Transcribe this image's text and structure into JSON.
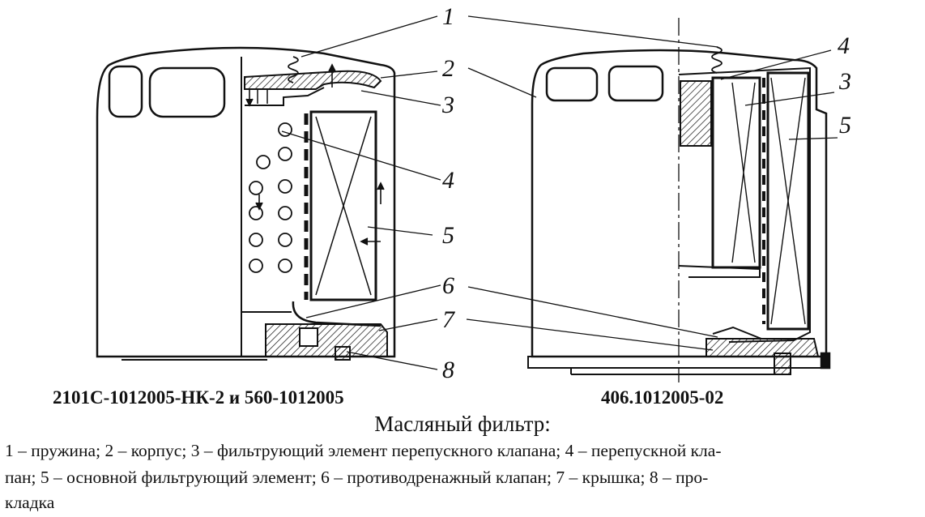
{
  "figure": {
    "callouts_left_view": [
      "1",
      "2",
      "3",
      "4",
      "5",
      "6",
      "7",
      "8"
    ],
    "callouts_right_view": [
      "4",
      "3",
      "5"
    ],
    "model_left": "2101С-1012005-НК-2 и 560-1012005",
    "model_right": "406.1012005-02",
    "title": "Масляный фильтр:",
    "legend_lines": [
      "1 – пружина; 2 – корпус; 3 – фильтрующий элемент перепускного клапана; 4 – перепускной кла-",
      "пан; 5 – основной фильтрующий элемент; 6 – противодренажный клапан; 7 – крышка; 8 – про-",
      "кладка"
    ]
  }
}
